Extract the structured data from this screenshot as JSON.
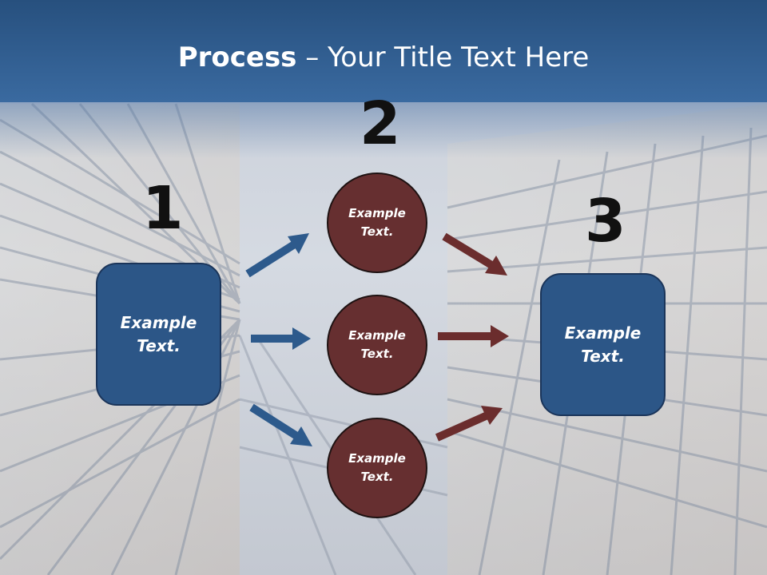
{
  "title": {
    "bold": "Process",
    "rest": " – Your Title Text Here"
  },
  "steps": {
    "step1": {
      "number": "1",
      "text_line1": "Example",
      "text_line2": "Text."
    },
    "step2": {
      "number": "2",
      "circles": [
        {
          "text_line1": "Example",
          "text_line2": "Text."
        },
        {
          "text_line1": "Example",
          "text_line2": "Text."
        },
        {
          "text_line1": "Example",
          "text_line2": "Text."
        }
      ]
    },
    "step3": {
      "number": "3",
      "text_line1": "Example",
      "text_line2": "Text."
    }
  },
  "colors": {
    "title_bar": "#2f5e94",
    "box_fill": "#2c5687",
    "circle_fill": "#662f30",
    "blue_arrow": "#2d5a8c",
    "red_arrow": "#6b2d2d"
  }
}
